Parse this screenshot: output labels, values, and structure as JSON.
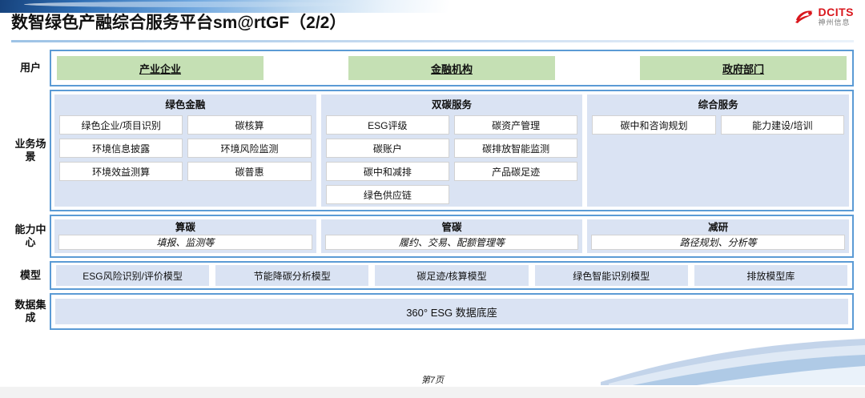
{
  "slide": {
    "title": "数智绿色产融综合服务平台sm@rtGF（2/2）",
    "footer": "第7页"
  },
  "logo": {
    "icon": "dcits-swoosh-icon",
    "en": "DCITS",
    "cn": "神州信息",
    "color": "#d9161c"
  },
  "colors": {
    "row_border": "#5b9bd5",
    "user_green": "#c5e0b4",
    "panel_blue": "#dae3f3",
    "cell_white": "#ffffff"
  },
  "rows": {
    "user": {
      "label": "用户",
      "chips": [
        "产业企业",
        "金融机构",
        "政府部门"
      ]
    },
    "business": {
      "label": "业务场景",
      "groups": [
        {
          "title": "绿色金融",
          "items": [
            "绿色企业/项目识别",
            "碳核算",
            "环境信息披露",
            "环境风险监测",
            "环境效益测算",
            "碳普惠"
          ]
        },
        {
          "title": "双碳服务",
          "items": [
            "ESG评级",
            "碳资产管理",
            "碳账户",
            "碳排放智能监测",
            "碳中和减排",
            "产品碳足迹",
            "绿色供应链"
          ]
        },
        {
          "title": "综合服务",
          "items": [
            "碳中和咨询规划",
            "能力建设/培训"
          ]
        }
      ]
    },
    "capability": {
      "label": "能力中心",
      "groups": [
        {
          "title": "算碳",
          "sub": "填报、监测等"
        },
        {
          "title": "管碳",
          "sub": "履约、交易、配额管理等"
        },
        {
          "title": "减研",
          "sub": "路径规划、分析等"
        }
      ]
    },
    "model": {
      "label": "模型",
      "items": [
        "ESG风险识别/评价模型",
        "节能降碳分析模型",
        "碳足迹/核算模型",
        "绿色智能识别模型",
        "排放模型库"
      ]
    },
    "data": {
      "label": "数据集成",
      "bar": "360° ESG 数据底座"
    }
  }
}
